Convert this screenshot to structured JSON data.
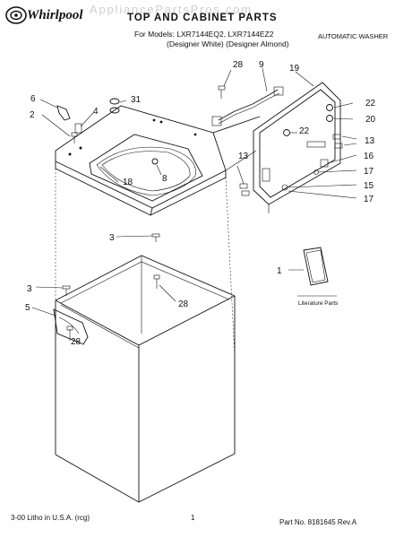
{
  "header": {
    "brand": "Whirlpool",
    "watermark": "AppliancePartsPros.com",
    "title": "TOP AND CABINET PARTS",
    "models_line1": "For Models: LXR7144EQ2, LXR7144EZ2",
    "models_line2": "(Designer White)  (Designer Almond)",
    "product": "AUTOMATIC WASHER"
  },
  "callouts": [
    "28",
    "9",
    "19",
    "6",
    "31",
    "4",
    "2",
    "22",
    "20",
    "22",
    "13",
    "13",
    "16",
    "17",
    "15",
    "17",
    "18",
    "8",
    "1",
    "3",
    "3",
    "28",
    "5",
    "28"
  ],
  "literature_label": "Literature Parts",
  "footer": {
    "left": "3-00 Litho in U.S.A. (rcg)",
    "page": "1",
    "right": "Part No. 8181645 Rev.A"
  },
  "icons": [
    "whirlpool-swirl-icon"
  ]
}
